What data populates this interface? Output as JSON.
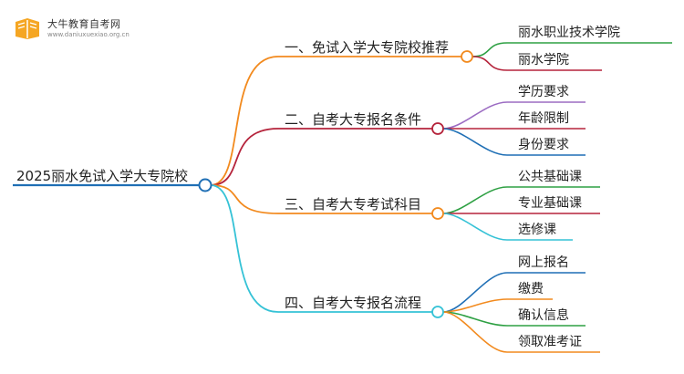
{
  "logo": {
    "title": "大牛教育自考网",
    "url": "www.daniuxuexiao.org.cn"
  },
  "mindmap": {
    "root": "2025丽水免试入学大专院校",
    "branches": [
      {
        "label": "一、免试入学大专院校推荐",
        "color": "#f28a1e",
        "children": [
          "丽水职业技术学院",
          "丽水学院"
        ],
        "child_colors": [
          "#2ea043",
          "#b5233b"
        ]
      },
      {
        "label": "二、自考大专报名条件",
        "color": "#b5233b",
        "children": [
          "学历要求",
          "年龄限制",
          "身份要求"
        ],
        "child_colors": [
          "#9b6bc2",
          "#b5233b",
          "#1f6fb5"
        ]
      },
      {
        "label": "三、自考大专考试科目",
        "color": "#f28a1e",
        "children": [
          "公共基础课",
          "专业基础课",
          "选修课"
        ],
        "child_colors": [
          "#2ea043",
          "#b5233b",
          "#35c2d6"
        ]
      },
      {
        "label": "四、自考大专报名流程",
        "color": "#35c2d6",
        "children": [
          "网上报名",
          "缴费",
          "确认信息",
          "领取准考证"
        ],
        "child_colors": [
          "#1f6fb5",
          "#f28a1e",
          "#2ea043",
          "#f28a1e"
        ]
      }
    ],
    "root_color": "#1f6fb5"
  }
}
